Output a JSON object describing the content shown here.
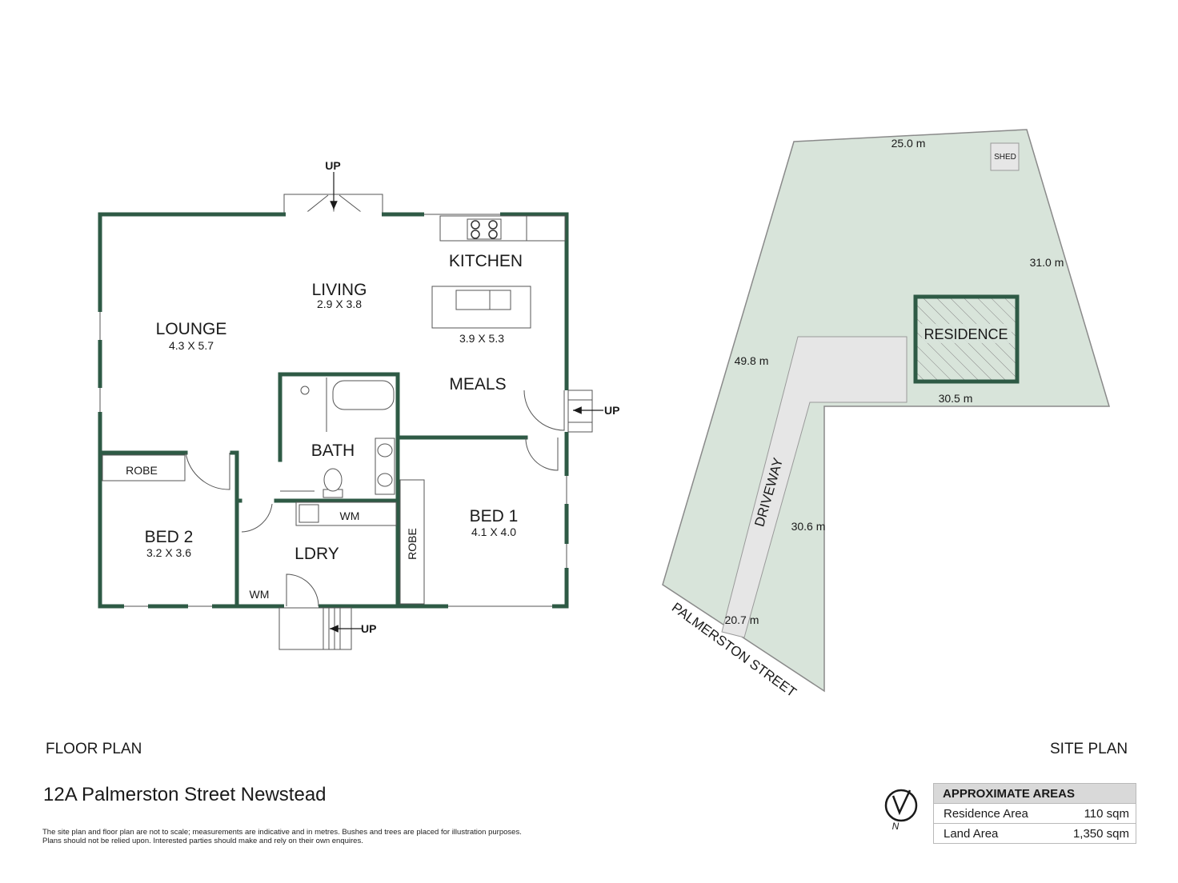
{
  "floor_plan": {
    "rooms": [
      {
        "name": "LOUNGE",
        "dims": "4.3 X 5.7"
      },
      {
        "name": "LIVING",
        "dims": "2.9 X 3.8"
      },
      {
        "name": "KITCHEN",
        "dims": ""
      },
      {
        "name": "MEALS",
        "dims": ""
      },
      {
        "name": "BATH",
        "dims": ""
      },
      {
        "name": "BED 2",
        "dims": "3.2 X 3.6"
      },
      {
        "name": "LDRY",
        "dims": ""
      },
      {
        "name": "BED 1",
        "dims": "4.1 X 4.0"
      }
    ],
    "kitchen_island_dims": "3.9 X 5.3",
    "robe_left": "ROBE",
    "robe_right": "ROBE",
    "wm_upper": "WM",
    "wm_lower": "WM",
    "up_label": "UP"
  },
  "site_plan": {
    "edges": [
      "25.0 m",
      "31.0 m",
      "30.5 m",
      "49.8 m",
      "30.6 m",
      "20.7 m"
    ],
    "shed": "SHED",
    "residence": "RESIDENCE",
    "driveway": "DRIVEWAY",
    "street": "PALMERSTON STREET",
    "north": "N",
    "land_color": "#d8e4da",
    "driveway_color": "#e6e6e6",
    "wall_color": "#2e5a45"
  },
  "footer": {
    "floor_plan_title": "FLOOR PLAN",
    "site_plan_title": "SITE PLAN",
    "address": "12A Palmerston Street Newstead",
    "disclaimer_line1": "The site plan and floor plan are not to scale; measurements are indicative and in metres. Bushes and trees are placed for illustration purposes.",
    "disclaimer_line2": "Plans should not be relied upon. Interested parties should make and rely on their own enquires."
  },
  "areas": {
    "header": "APPROXIMATE AREAS",
    "rows": [
      {
        "label": "Residence Area",
        "value": "110 sqm"
      },
      {
        "label": "Land Area",
        "value": "1,350 sqm"
      }
    ]
  }
}
